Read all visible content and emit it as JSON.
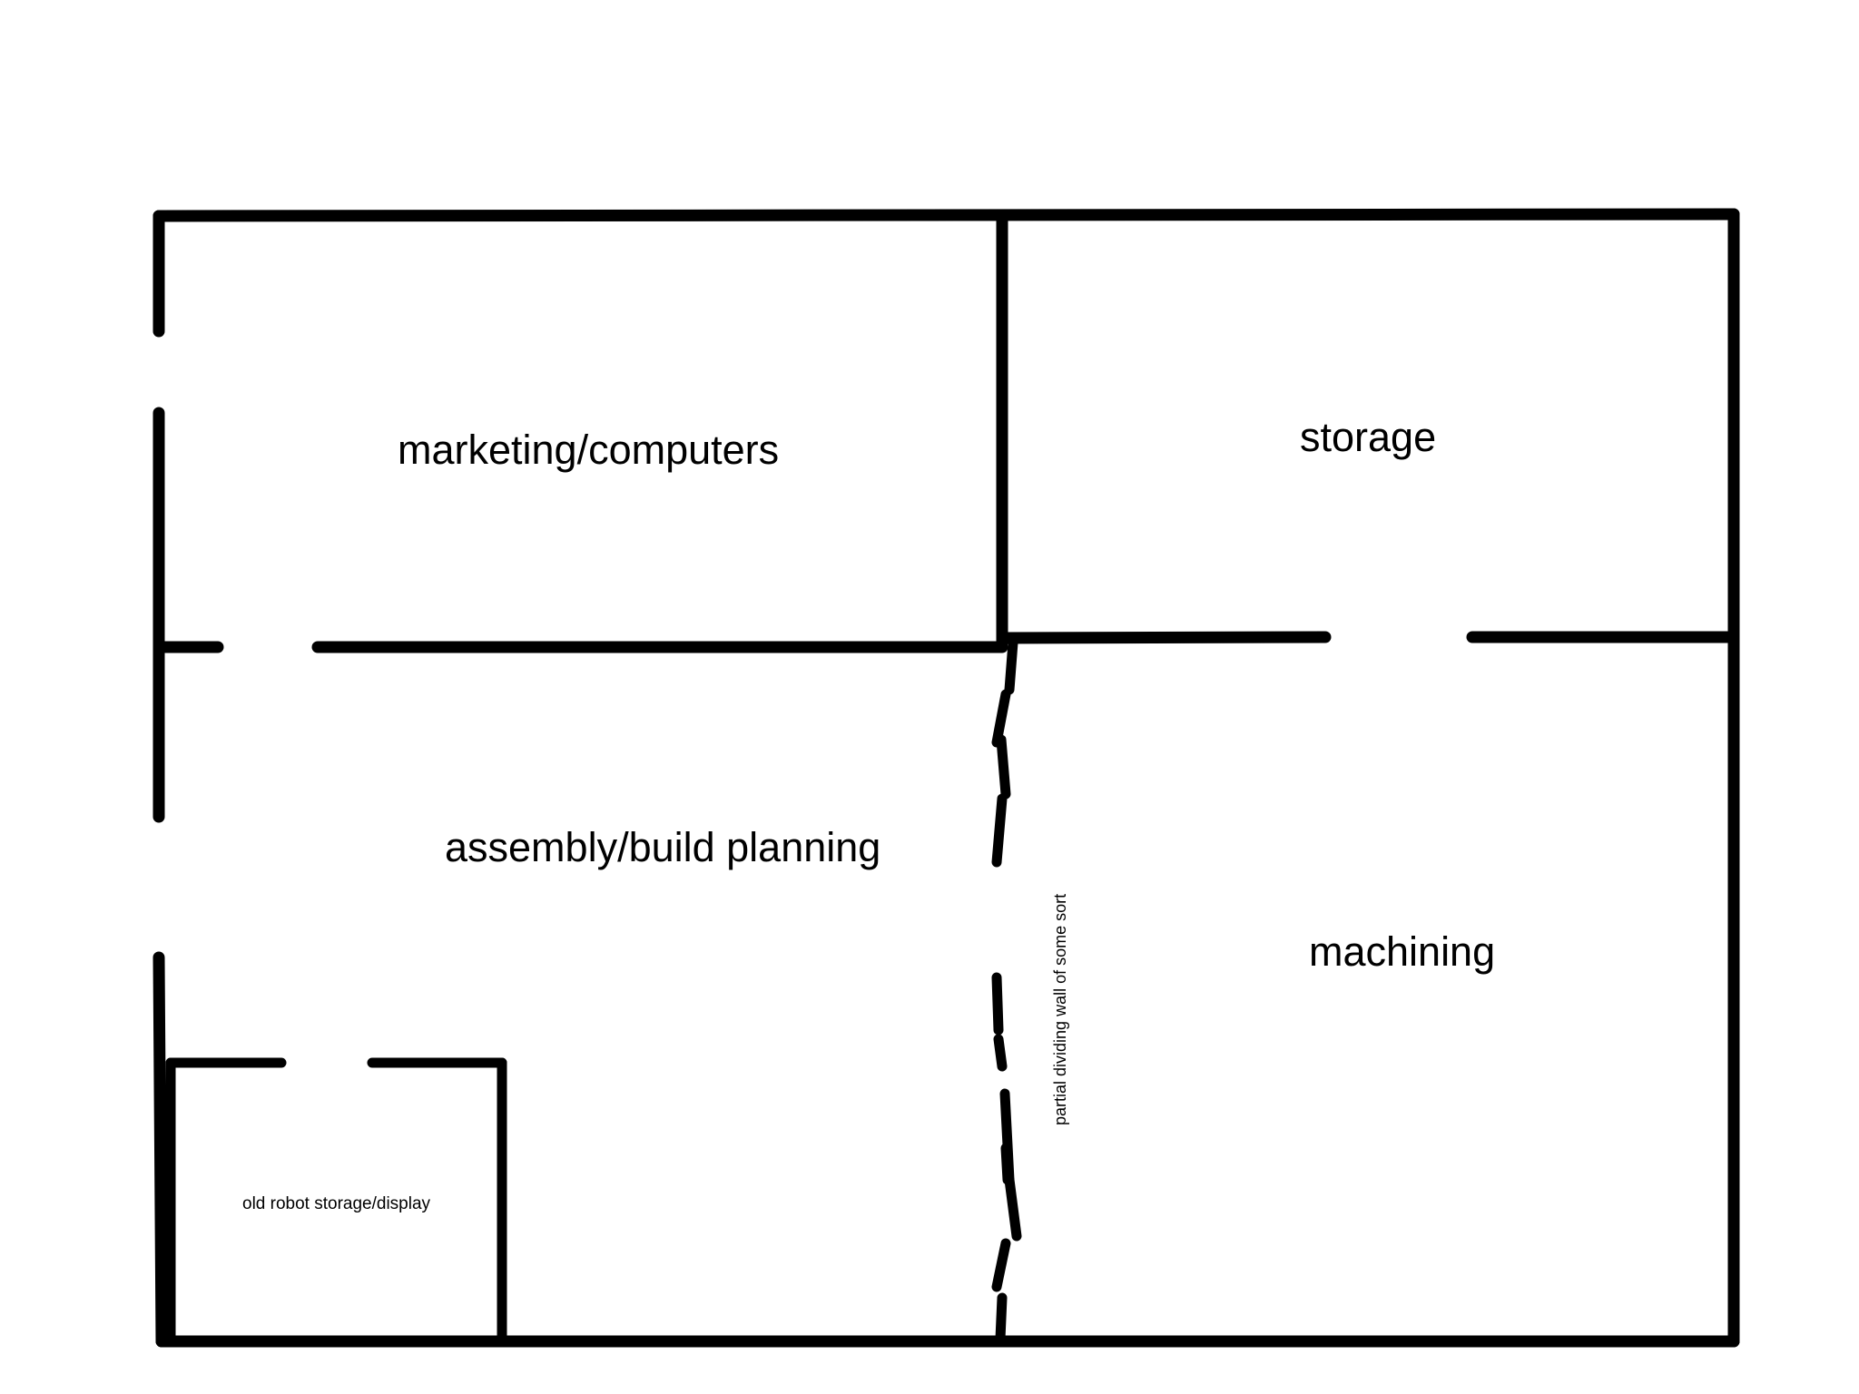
{
  "rooms": {
    "marketing": "marketing/computers",
    "storage": "storage",
    "assembly": "assembly/build planning",
    "machining": "machining",
    "old_robot": "old robot storage/display"
  },
  "annotations": {
    "partial_wall": "partial dividing wall of some sort"
  },
  "colors": {
    "wall": "#000000",
    "background": "#ffffff"
  }
}
